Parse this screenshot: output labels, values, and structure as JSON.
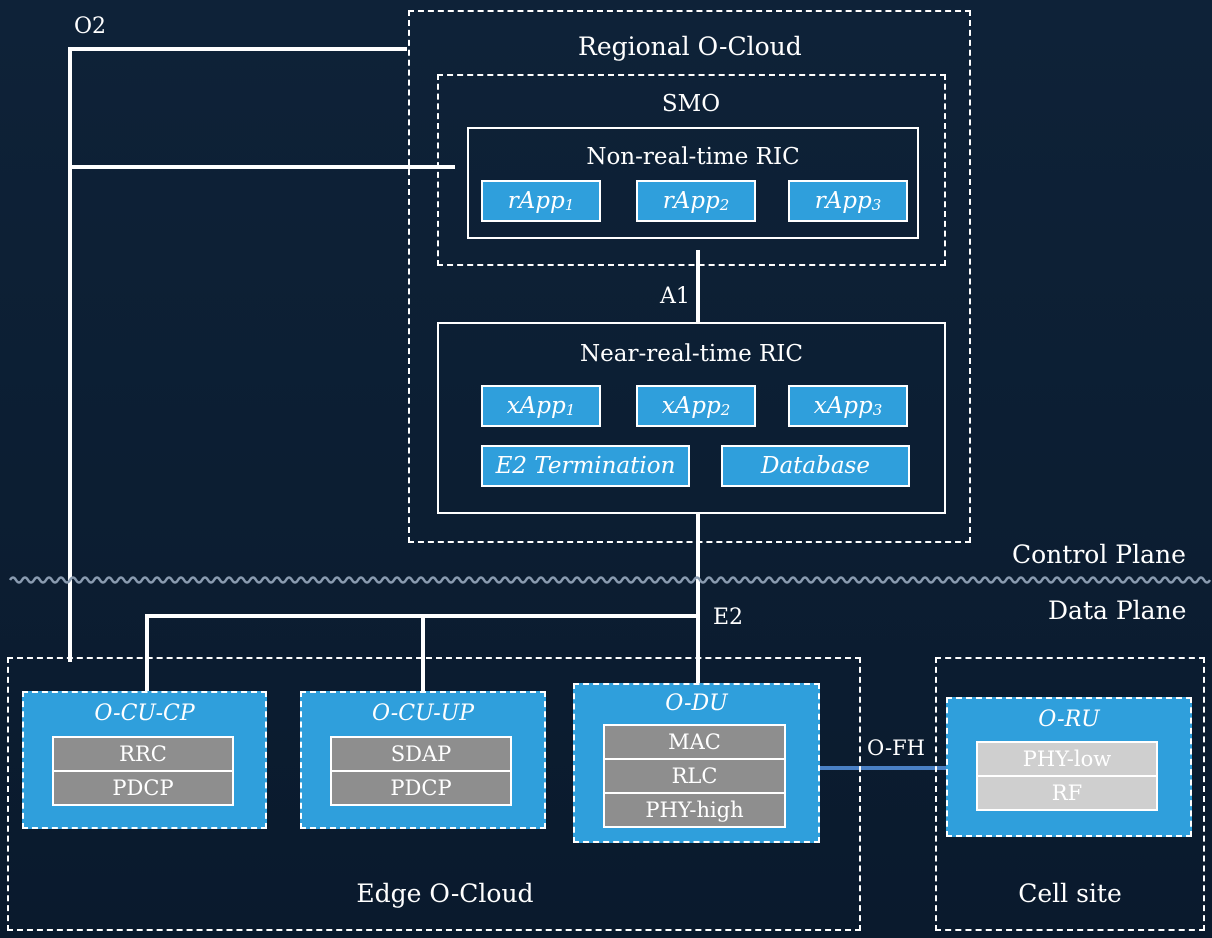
{
  "colors": {
    "background": "#0d2035",
    "function_blue": "#2f9fdc",
    "layer_gray": "#8e8e8e",
    "layer_light": "#cfcfcf",
    "fronthaul_link": "#4a80c4"
  },
  "regional_cloud": {
    "title": "Regional O-Cloud"
  },
  "smo": {
    "title": "SMO"
  },
  "non_rt_ric": {
    "title": "Non-real-time RIC",
    "apps": [
      {
        "name": "rApp",
        "sub": "1"
      },
      {
        "name": "rApp",
        "sub": "2"
      },
      {
        "name": "rApp",
        "sub": "3"
      }
    ]
  },
  "near_rt_ric": {
    "title": "Near-real-time RIC",
    "apps": [
      {
        "name": "xApp",
        "sub": "1"
      },
      {
        "name": "xApp",
        "sub": "2"
      },
      {
        "name": "xApp",
        "sub": "3"
      }
    ],
    "e2_termination": "E2 Termination",
    "database": "Database"
  },
  "interfaces": {
    "o2": "O2",
    "a1": "A1",
    "e2": "E2",
    "ofh": "O-FH"
  },
  "planes": {
    "control": "Control Plane",
    "data": "Data Plane"
  },
  "edge_cloud": {
    "title": "Edge O-Cloud",
    "cu_cp": {
      "title": "O-CU-CP",
      "layers": [
        "RRC",
        "PDCP"
      ]
    },
    "cu_up": {
      "title": "O-CU-UP",
      "layers": [
        "SDAP",
        "PDCP"
      ]
    },
    "du": {
      "title": "O-DU",
      "layers": [
        "MAC",
        "RLC",
        "PHY-high"
      ]
    }
  },
  "cell_site": {
    "title": "Cell site",
    "ru": {
      "title": "O-RU",
      "layers": [
        "PHY-low",
        "RF"
      ]
    }
  }
}
